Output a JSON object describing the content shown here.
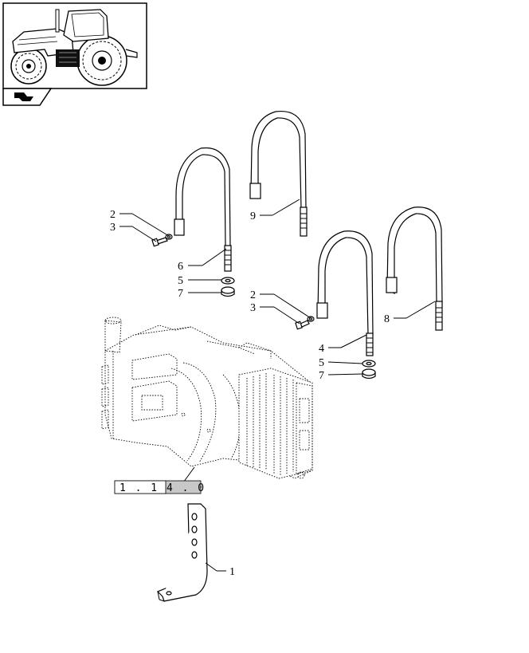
{
  "callouts": {
    "c2a": "2",
    "c3a": "3",
    "c6": "6",
    "c5a": "5",
    "c7a": "7",
    "c9": "9",
    "c2b": "2",
    "c3b": "3",
    "c4": "4",
    "c5b": "5",
    "c7b": "7",
    "c8": "8",
    "c1": "1"
  },
  "reference_box": {
    "text": "1 . 1 4 . 0"
  },
  "colors": {
    "line": "#000000",
    "ref_fill": "#c8c8c8",
    "background": "#ffffff"
  },
  "icons": {
    "thumbnail": "tractor-icon",
    "navigation": "arrow-icon"
  }
}
